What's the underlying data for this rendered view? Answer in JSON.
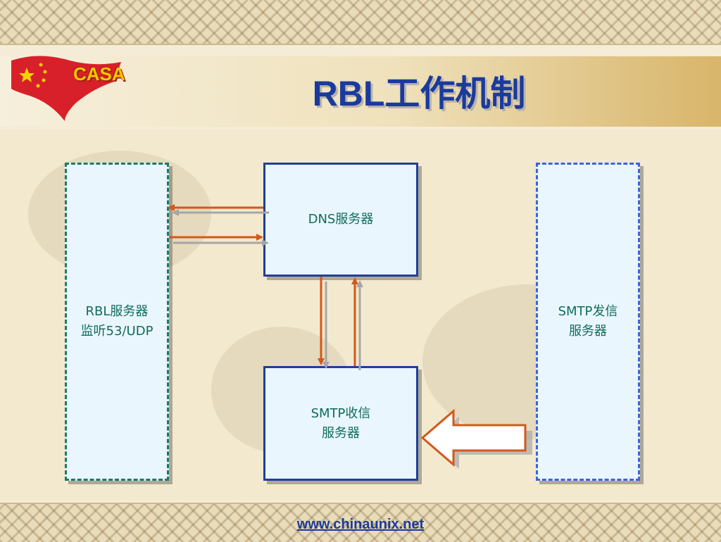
{
  "slide": {
    "title": "RBL工作机制",
    "logo_text": "CASA",
    "footer_link": "www.chinaunix.net"
  },
  "nodes": {
    "rbl": "RBL服务器\n监听53/UDP",
    "dns": "DNS服务器",
    "smtp_recv": "SMTP收信\n服务器",
    "smtp_send": "SMTP发信\n服务器"
  },
  "colors": {
    "title": "#1a3a9e",
    "node_text": "#0f6b5e",
    "arrow": "#d4581a",
    "node_fill": "#eaf6fd",
    "flag_red": "#d8202a",
    "star_yellow": "#f6d200"
  }
}
